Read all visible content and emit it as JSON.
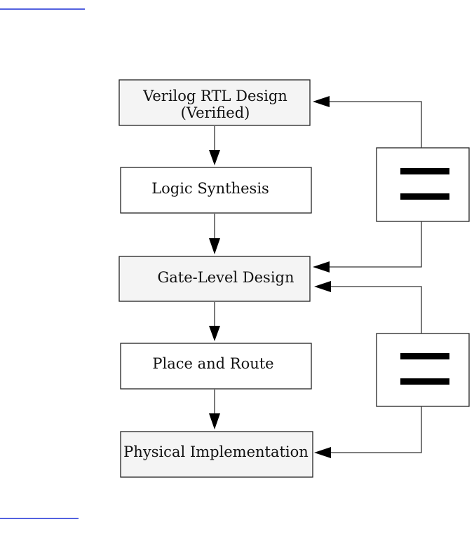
{
  "diagram": {
    "nodes": {
      "verilog_rtl": {
        "line1": "Verilog RTL Design",
        "line2": "(Verified)"
      },
      "logic_synthesis": {
        "label": "Logic Synthesis"
      },
      "gate_level": {
        "label": "Gate-Level Design"
      },
      "place_route": {
        "label": "Place and Route"
      },
      "physical": {
        "label": "Physical Implementation"
      }
    },
    "equivalence_boxes": [
      {
        "symbol": "="
      },
      {
        "symbol": "="
      }
    ],
    "colors": {
      "shaded_box": "#f4f4f4",
      "plain_box": "#ffffff",
      "stroke": "#222222",
      "arrowhead": "#000000",
      "link_underline": "#1a2fd6"
    }
  }
}
